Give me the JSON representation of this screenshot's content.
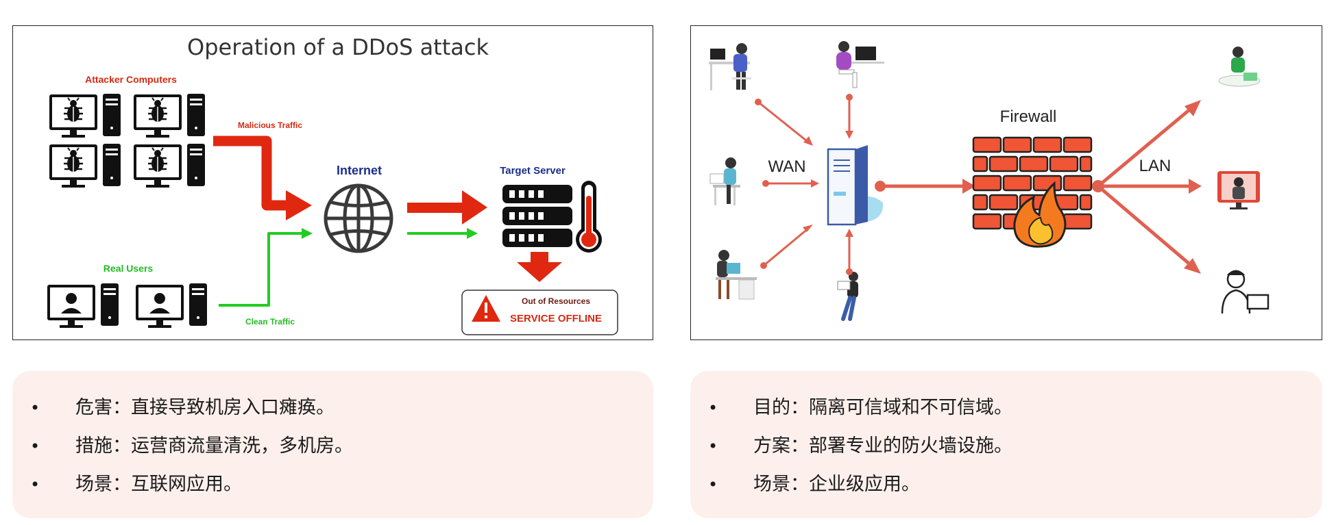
{
  "ddos": {
    "title": "Operation of a DDoS attack",
    "attacker_label": "Attacker Computers",
    "malicious_label": "Malicious Traffic",
    "internet_label": "Internet",
    "target_label": "Target Server",
    "real_users_label": "Real Users",
    "clean_label": "Clean Traffic",
    "resources_label": "Out of Resources",
    "offline_label": "SERVICE OFFLINE",
    "colors": {
      "malicious": "#e02810",
      "clean": "#22cc22",
      "title_blue": "#1a2e8c"
    }
  },
  "firewall": {
    "wan_label": "WAN",
    "firewall_label": "Firewall",
    "lan_label": "LAN",
    "colors": {
      "arrow": "#e06050",
      "brick": "#f05535",
      "server": "#3b5ba8"
    }
  },
  "left_card": {
    "bullet": "•",
    "items": [
      "危害：直接导致机房入口瘫痪。",
      "措施：运营商流量清洗，多机房。",
      "场景：互联网应用。"
    ]
  },
  "right_card": {
    "bullet": "•",
    "items": [
      "目的：隔离可信域和不可信域。",
      "方案：部署专业的防火墙设施。",
      "场景：企业级应用。"
    ]
  }
}
